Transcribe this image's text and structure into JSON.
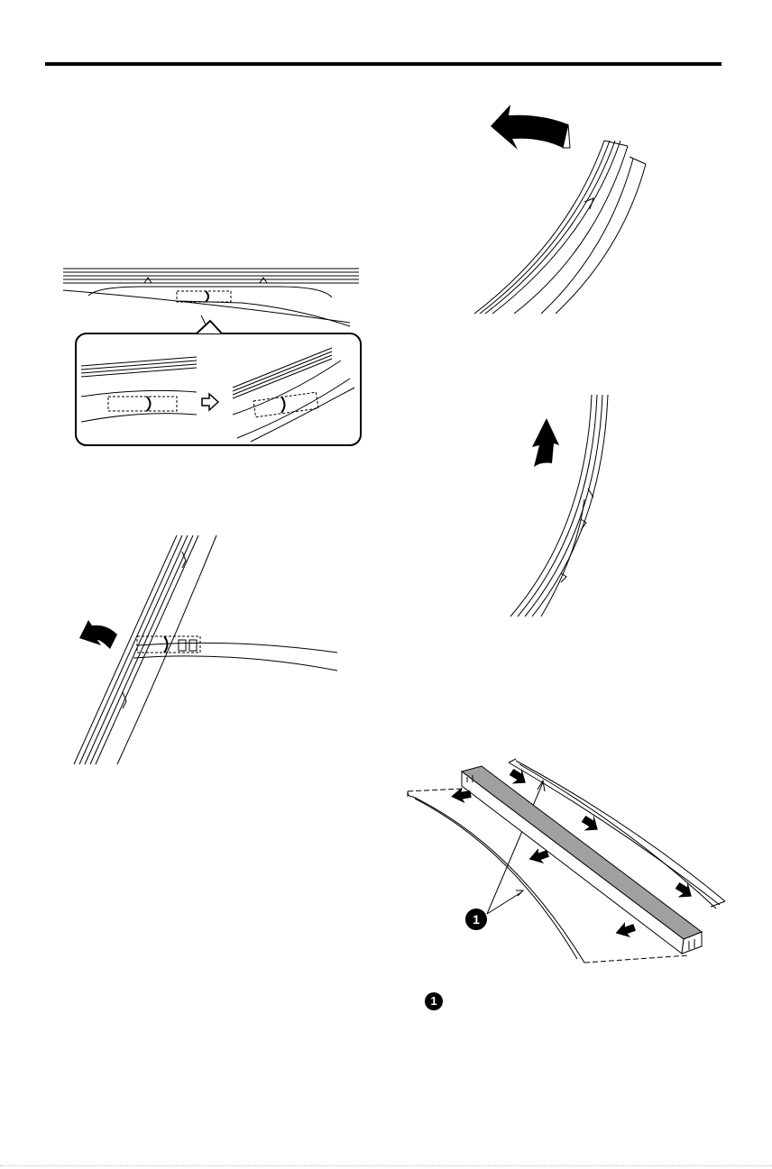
{
  "page": {
    "figures": [
      {
        "id": "blade-release-closeup",
        "icon": "wiper-blade-clip-release-icon"
      },
      {
        "id": "blade-pull-off-arm",
        "icon": "wiper-blade-pull-arrow-icon"
      },
      {
        "id": "rubber-pull-up-curve",
        "icon": "wiper-rubber-pull-arrow-icon"
      },
      {
        "id": "rubber-slide-out",
        "icon": "wiper-rubber-slide-arrow-icon"
      },
      {
        "id": "rubber-strip-install",
        "icon": "wiper-rubber-insert-arrows-icon"
      }
    ],
    "callout_number": "1",
    "legend_number": "1"
  }
}
